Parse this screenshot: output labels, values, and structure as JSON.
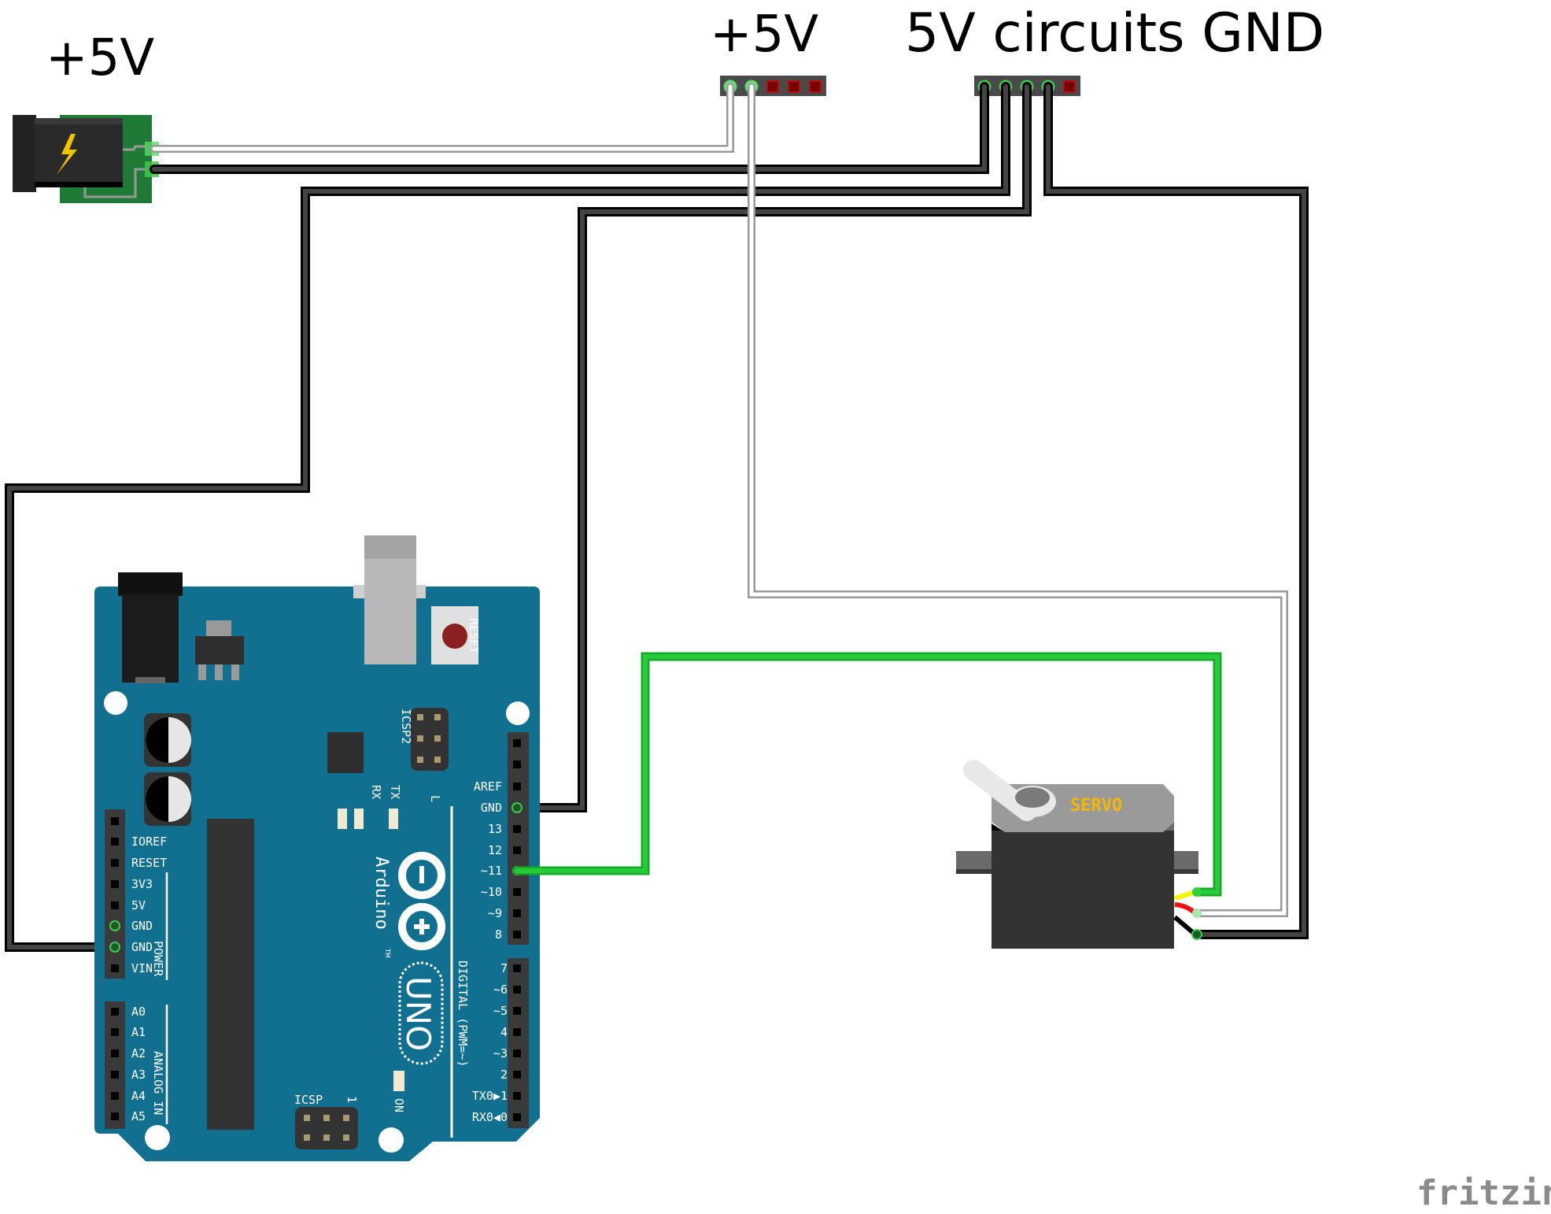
{
  "labels": {
    "jack_label": "+5V",
    "header_5v_label": "+5V",
    "header_gnd_label": "5V circuits GND",
    "watermark": "fritzing"
  },
  "arduino": {
    "name": "Arduino",
    "model": "UNO",
    "trademark": "TM",
    "reset_label": "RESET",
    "icsp2_label": "ICSP2",
    "icsp_label": "ICSP",
    "icsp_pin1": "1",
    "on_label": "ON",
    "led_labels": [
      "RX",
      "TX",
      "L"
    ],
    "power_section": "POWER",
    "analog_section": "ANALOG IN",
    "digital_section": "DIGITAL (PWM=~)",
    "power_pins": [
      "IOREF",
      "RESET",
      "3V3",
      "5V",
      "GND",
      "GND",
      "VIN"
    ],
    "analog_pins": [
      "A0",
      "A1",
      "A2",
      "A3",
      "A4",
      "A5"
    ],
    "digital_high_pins": [
      "AREF",
      "GND",
      "13",
      "12",
      "~11",
      "~10",
      "~9",
      "8"
    ],
    "digital_low_pins": [
      "7",
      "~6",
      "~5",
      "4",
      "~3",
      "2",
      "TX0▶1",
      "RX0◀0"
    ]
  },
  "servo": {
    "label": "SERVO"
  },
  "colors": {
    "board": "#11708f",
    "wire_black": "#404040",
    "wire_white": "#ffffff",
    "wire_green": "#22c832",
    "servo_label": "#f5b800",
    "pin_active": "#1f9e2c",
    "pin_unused": "#7a0000"
  },
  "wires": [
    {
      "id": "jack-plus-to-5v-header",
      "color": "white"
    },
    {
      "id": "jack-gnd-to-gnd-header",
      "color": "black"
    },
    {
      "id": "arduino-gnd-power-to-gnd-header",
      "color": "black"
    },
    {
      "id": "arduino-gnd-digital-to-gnd-header",
      "color": "black"
    },
    {
      "id": "5v-header-to-servo-power",
      "color": "white"
    },
    {
      "id": "gnd-header-to-servo-gnd",
      "color": "black"
    },
    {
      "id": "pin11-to-servo-signal",
      "color": "green"
    }
  ]
}
